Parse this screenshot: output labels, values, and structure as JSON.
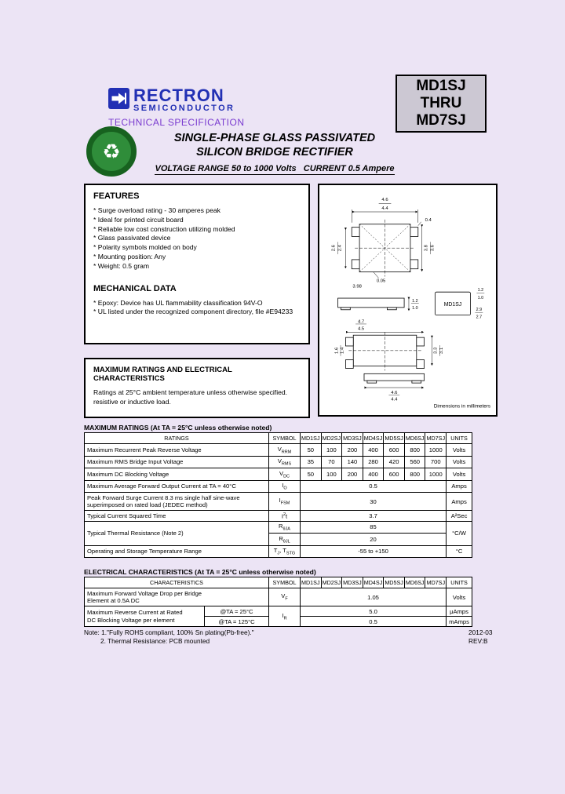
{
  "icons": {
    "recycle": "♻"
  },
  "part_box": {
    "line1": "MD1SJ",
    "line2": "THRU",
    "line3": "MD7SJ"
  },
  "brand": {
    "name": "RECTRON",
    "subtitle": "SEMICONDUCTOR",
    "tagline": "TECHNICAL SPECIFICATION"
  },
  "title": {
    "line1": "SINGLE-PHASE GLASS PASSIVATED",
    "line2": "SILICON BRIDGE RECTIFIER",
    "range": "VOLTAGE RANGE 50 to 1000 Volts   CURRENT 0.5 Ampere"
  },
  "features": {
    "heading": "FEATURES",
    "items": [
      "* Surge overload rating - 30 amperes peak",
      "* Ideal for printed circuit board",
      "* Reliable low cost construction utilizing molded",
      "* Glass passivated device",
      "* Polarity symbols molded on body",
      "* Mounting position: Any",
      "* Weight: 0.5 gram"
    ]
  },
  "mechanical": {
    "heading": "MECHANICAL DATA",
    "items": [
      "* Epoxy: Device has UL flammability classification 94V-O",
      "* UL listed under the recognized component directory, file #E94233"
    ]
  },
  "ratings_box": {
    "heading": "MAXIMUM RATINGS AND ELECTRICAL CHARACTERISTICS",
    "line1": "Ratings at 25°C ambient temperature unless otherwise specified.",
    "line2": "resistive or inductive load."
  },
  "drawing": {
    "caption": "Dimensions in millimeters",
    "top": {
      "w_a": "4.6",
      "w_b": "4.4",
      "pad": "0.4",
      "left_a": "2.6",
      "left_b": "2.4",
      "right_a": "3.8",
      "right_b": "3.6",
      "standoff": "0.05",
      "pitch": "3.98"
    },
    "profile": {
      "t_a": "1.2",
      "t_b": "1.0"
    },
    "mark": {
      "text": "MD1SJ",
      "w_a": "2.9",
      "w_b": "2.7",
      "h_a": "1.2",
      "h_b": "1.0"
    },
    "bottom": {
      "w_a": "4.7",
      "w_b": "4.5",
      "h_a": "3.3",
      "h_b": "3.1",
      "p_a": "1.6",
      "p_b": "1.4"
    },
    "base": {
      "w_a": "4.6",
      "w_b": "4.4"
    }
  },
  "parts": [
    "MD1SJ",
    "MD2SJ",
    "MD3SJ",
    "MD4SJ",
    "MD5SJ",
    "MD6SJ",
    "MD7SJ"
  ],
  "max_ratings": {
    "title": "MAXIMUM RATINGS (At TA = 25°C unless otherwise noted)",
    "col_ratings": "RATINGS",
    "col_symbol": "SYMBOL",
    "col_units": "UNITS",
    "vrrm": {
      "label": "Maximum Recurrent Peak Reverse Voltage",
      "sym": "V",
      "sub": "RRM",
      "values": [
        "50",
        "100",
        "200",
        "400",
        "600",
        "800",
        "1000"
      ],
      "units": "Volts"
    },
    "vrms": {
      "label": "Maximum RMS Bridge Input Voltage",
      "sym": "V",
      "sub": "RMS",
      "values": [
        "35",
        "70",
        "140",
        "280",
        "420",
        "560",
        "700"
      ],
      "units": "Volts"
    },
    "vdc": {
      "label": "Maximum DC Blocking Voltage",
      "sym": "V",
      "sub": "DC",
      "values": [
        "50",
        "100",
        "200",
        "400",
        "600",
        "800",
        "1000"
      ],
      "units": "Volts"
    },
    "io": {
      "label": "Maximum Average Forward Output Current at TA = 40°C",
      "sym": "I",
      "sub": "O",
      "value": "0.5",
      "units": "Amps"
    },
    "ifsm": {
      "label1": "Peak Forward Surge Current 8.3 ms single half sine-wave",
      "label2": "superimposed on rated load (JEDEC method)",
      "sym": "I",
      "sub": "FSM",
      "value": "30",
      "units": "Amps"
    },
    "i2t": {
      "label": "Typical Current Squared Time",
      "sym": "I",
      "sup": "2",
      "sym2": "t",
      "value": "3.7",
      "units": "A²Sec"
    },
    "rth": {
      "label": "Typical Thermal Resistance (Note 2)",
      "sym": "R",
      "sub_a": "θJA",
      "value_a": "85",
      "sub_b": "θJL",
      "value_b": "20",
      "units": "°C/W"
    },
    "tstg": {
      "label": "Operating and Storage Temperature Range",
      "sym1": "T",
      "sub1": "J",
      "sep": ", ",
      "sym2": "T",
      "sub2": "STG",
      "value": "-55 to +150",
      "units": "°C"
    }
  },
  "elec": {
    "title": "ELECTRICAL CHARACTERISTICS (At TA = 25°C unless otherwise noted)",
    "col_characteristics": "CHARACTERISTICS",
    "col_symbol": "SYMBOL",
    "col_units": "UNITS",
    "vf": {
      "label1": "Maximum Forward Voltage Drop per Bridge",
      "label2": "Element at 0.5A DC",
      "sym": "V",
      "sub": "F",
      "value": "1.05",
      "units": "Volts"
    },
    "ir": {
      "label1": "Maximum Reverse Current at Rated",
      "label2": "DC Blocking Voltage per element",
      "cond1": "@TA = 25°C",
      "cond2": "@TA = 125°C",
      "sym": "I",
      "sub": "R",
      "value1": "5.0",
      "value2": "0.5",
      "units1": "μAmps",
      "units2": "mAmps"
    }
  },
  "notes": {
    "line1": "Note: 1.\"Fully ROHS compliant, 100% Sn plating(Pb-free).\"",
    "line2": "2. Thermal Resistance: PCB mounted"
  },
  "footer": {
    "date": "2012-03",
    "rev": "REV:B"
  }
}
